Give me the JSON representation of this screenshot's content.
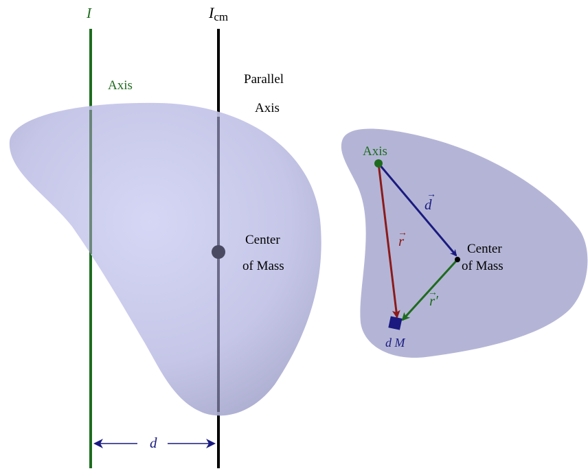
{
  "left": {
    "axis_symbol": "I",
    "axis_label": "Axis",
    "cm_axis_symbol": "I",
    "cm_axis_subscript": "cm",
    "parallel_label_line1": "Parallel",
    "parallel_label_line2": "Axis",
    "center_label_line1": "Center",
    "center_label_line2": "of Mass",
    "distance_symbol": "d"
  },
  "right": {
    "axis_label": "Axis",
    "d_vector": "d",
    "r_vector": "r",
    "rprime_vector": "r",
    "prime": "′",
    "center_label_line1": "Center",
    "center_label_line2": "of Mass",
    "dm_label": "d M"
  },
  "colors": {
    "axis_green": "#1e6b1e",
    "black_axis": "#000000",
    "navy": "#1a1a80",
    "dark_red": "#8b1a1a",
    "body_fill_light": "#cfd0f2",
    "body_fill_dark": "#a6a8cf",
    "flat_fill": "#b2b4d4"
  }
}
